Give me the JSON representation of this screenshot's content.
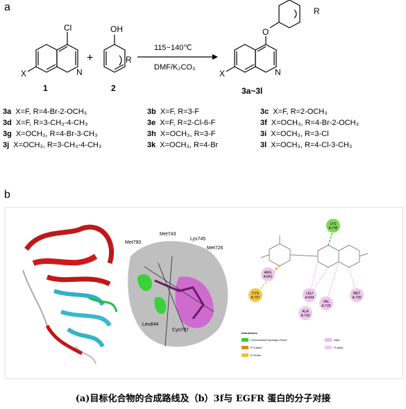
{
  "panel_a": {
    "label": "a",
    "reactant1": {
      "substituent_top": "Cl",
      "substituent_x": "X",
      "ring_n": "N",
      "number": "1"
    },
    "reactant2": {
      "substituent_top": "OH",
      "substituent_r": "R",
      "number": "2"
    },
    "plus": "+",
    "condition_top": "115~140℃",
    "condition_bottom": "DMF/K₂CO₃",
    "product": {
      "substituent_o": "O",
      "substituent_r": "R",
      "substituent_x": "X",
      "ring_n": "N",
      "number": "3a~3l"
    },
    "compounds": [
      {
        "id": "3a",
        "desc": "X=F, R=4-Br-2-OCH₃"
      },
      {
        "id": "3b",
        "desc": "X=F, R=3-F"
      },
      {
        "id": "3c",
        "desc": "X=F, R=2-OCH₃"
      },
      {
        "id": "3d",
        "desc": "X=F, R=3-CH₃-4-CH₃"
      },
      {
        "id": "3e",
        "desc": "X=F, R=2-Cl-6-F"
      },
      {
        "id": "3f",
        "desc": "X=OCH₃, R=4-Br-2-OCH₃"
      },
      {
        "id": "3g",
        "desc": "X=OCH₃, R=4-Br-3-CH₃"
      },
      {
        "id": "3h",
        "desc": "X=OCH₃, R=3-F"
      },
      {
        "id": "3i",
        "desc": "X=OCH₃, R=3-Cl"
      },
      {
        "id": "3j",
        "desc": "X=OCH₃, R=3-CH₃-4-CH₃"
      },
      {
        "id": "3k",
        "desc": "X=OCH₃, R=4-Br"
      },
      {
        "id": "3l",
        "desc": "X=OCH₃, R=4-Cl-3-CH₃"
      }
    ]
  },
  "panel_b": {
    "label": "b",
    "residue_labels_3d": [
      "Met790",
      "Met743",
      "Lys745",
      "Met726",
      "Leu844",
      "Cys797"
    ],
    "residues_2d": [
      {
        "name": "LYS",
        "code": "A:745",
        "color": "#7ed957"
      },
      {
        "name": "ARG",
        "code": "A:841",
        "color": "#f0c8ec"
      },
      {
        "name": "CYS",
        "code": "A:797",
        "color": "#f2c84b"
      },
      {
        "name": "LEU",
        "code": "A:844",
        "color": "#f0c8ec"
      },
      {
        "name": "VAL",
        "code": "A:726",
        "color": "#f0c8ec"
      },
      {
        "name": "MET",
        "code": "A:790",
        "color": "#f0c8ec"
      },
      {
        "name": "ALA",
        "code": "A:743",
        "color": "#f0c8ec"
      }
    ],
    "legend": {
      "title": "Interactions",
      "items": [
        {
          "label": "Conventional Hydrogen Bond",
          "color": "#33cc33"
        },
        {
          "label": "Pi-Cation",
          "color": "#e08a1e"
        },
        {
          "label": "Pi-Sulfur",
          "color": "#e8c23a"
        },
        {
          "label": "Alkyl",
          "color": "#f0b8e8"
        },
        {
          "label": "Pi-Alkyl",
          "color": "#f0c8f0"
        }
      ]
    }
  },
  "caption": "(a)目标化合物的合成路线及（b）3f与 EGFR 蛋白的分子对接"
}
